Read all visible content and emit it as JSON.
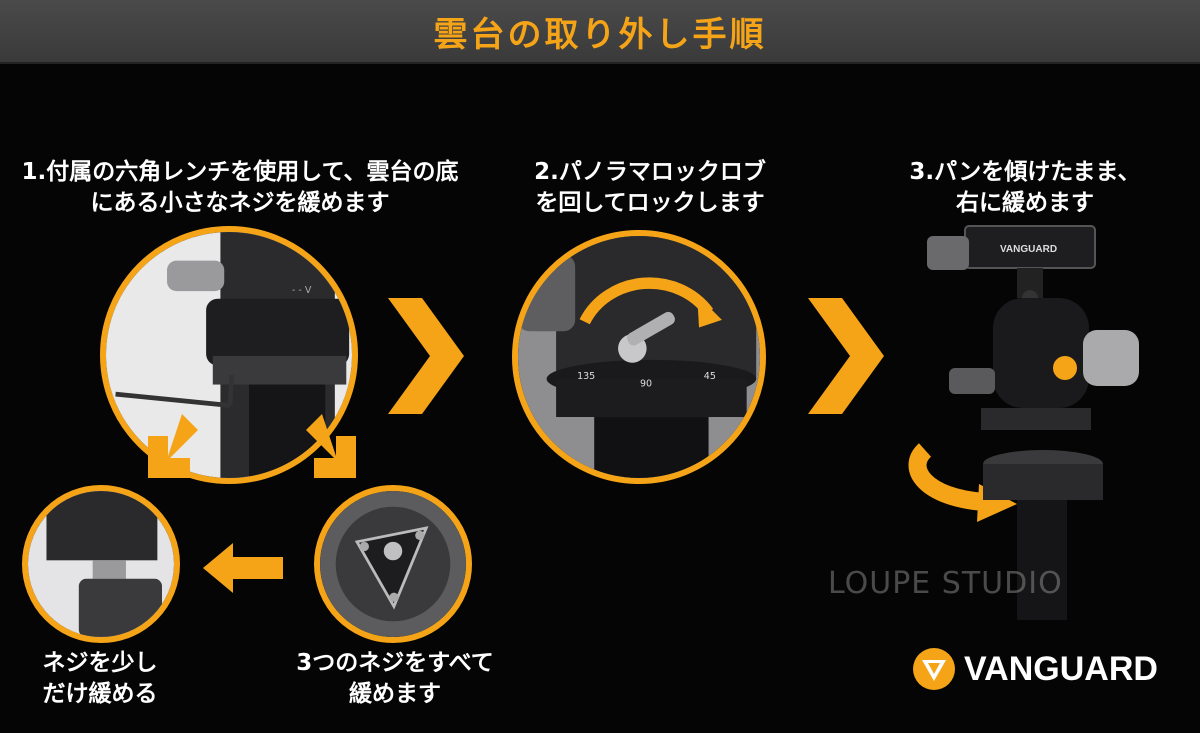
{
  "header": {
    "title": "雲台の取り外し手順"
  },
  "steps": [
    {
      "text": "1.付属の六角レンチを使用して、雲台の底\nにある小さなネジを緩めます"
    },
    {
      "text": "2.パノラマロックロブ\nを回してロックします"
    },
    {
      "text": "3.パンを傾けたまま、\n右に緩めます"
    }
  ],
  "substeps": [
    {
      "text": "3つのネジをすべて\n緩めます"
    },
    {
      "text": "ネジを少し\nだけ緩める"
    }
  ],
  "dial": {
    "mark_90": "90",
    "mark_45": "45",
    "mark_135": "135"
  },
  "watermark": {
    "text": "LOUPE STUDIO"
  },
  "brand": {
    "name": "VANGUARD"
  },
  "colors": {
    "accent": "#f5a417",
    "header_bg": "#3f3f3f",
    "background": "#050505"
  },
  "icons": [
    "right-chevron-icon",
    "left-arrow-icon",
    "down-left-arrow-icon",
    "down-right-arrow-icon",
    "rotate-arrow-icon",
    "vanguard-logo-icon"
  ]
}
